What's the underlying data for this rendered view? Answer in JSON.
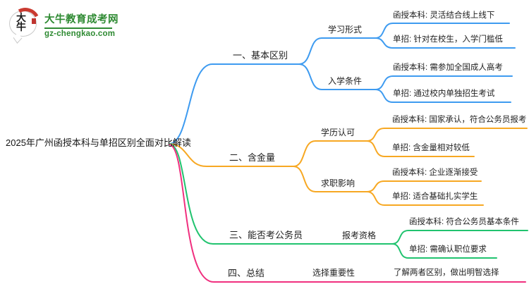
{
  "logo": {
    "icon_text": "大牛",
    "title": "大牛教育成考网",
    "domain": "gz-chengkao.com"
  },
  "colors": {
    "blue": "#3E9BF0",
    "orange": "#F7A823",
    "green": "#21C36F",
    "pink": "#F0307F",
    "logo_green": "#2E8A32",
    "text": "#1F1F1F"
  },
  "mindmap": {
    "root": "2025年广州函授本科与单招区别全面对比解读",
    "branches": [
      {
        "label": "一、基本区别",
        "children": [
          {
            "label": "学习形式",
            "children": [
              "函授本科: 灵活结合线上线下",
              "单招: 针对在校生，入学门槛低"
            ]
          },
          {
            "label": "入学条件",
            "children": [
              "函授本科: 需参加全国成人高考",
              "单招: 通过校内单独招生考试"
            ]
          }
        ]
      },
      {
        "label": "二、含金量",
        "children": [
          {
            "label": "学历认可",
            "children": [
              "函授本科: 国家承认，符合公务员报考",
              "单招: 含金量相对较低"
            ]
          },
          {
            "label": "求职影响",
            "children": [
              "函授本科: 企业逐渐接受",
              "单招: 适合基础扎实学生"
            ]
          }
        ]
      },
      {
        "label": "三、能否考公务员",
        "children": [
          {
            "label": "报考资格",
            "children": [
              "函授本科: 符合公务员基本条件",
              "单招: 需确认职位要求"
            ]
          }
        ]
      },
      {
        "label": "四、总结",
        "children": [
          {
            "label": "选择重要性",
            "children": [
              "了解两者区别，做出明智选择"
            ]
          }
        ]
      }
    ]
  }
}
